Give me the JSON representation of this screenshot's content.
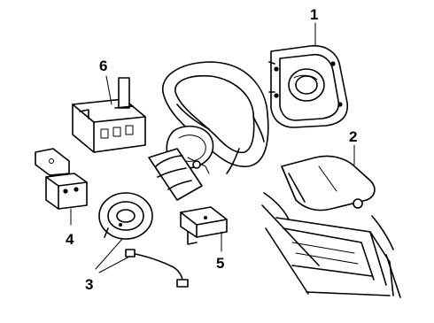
{
  "callouts": [
    {
      "id": "1",
      "label": "1"
    },
    {
      "id": "2",
      "label": "2"
    },
    {
      "id": "3",
      "label": "3"
    },
    {
      "id": "4",
      "label": "4"
    },
    {
      "id": "5",
      "label": "5"
    },
    {
      "id": "6",
      "label": "6"
    }
  ],
  "parts": [
    {
      "callout": "1",
      "icon": "airbag-module-icon"
    },
    {
      "callout": "2",
      "icon": "passenger-airbag-icon"
    },
    {
      "callout": "3",
      "icon": "clockspring-icon"
    },
    {
      "callout": "4",
      "icon": "sensor-bracket-icon"
    },
    {
      "callout": "5",
      "icon": "impact-sensor-icon"
    },
    {
      "callout": "6",
      "icon": "control-module-icon"
    }
  ]
}
